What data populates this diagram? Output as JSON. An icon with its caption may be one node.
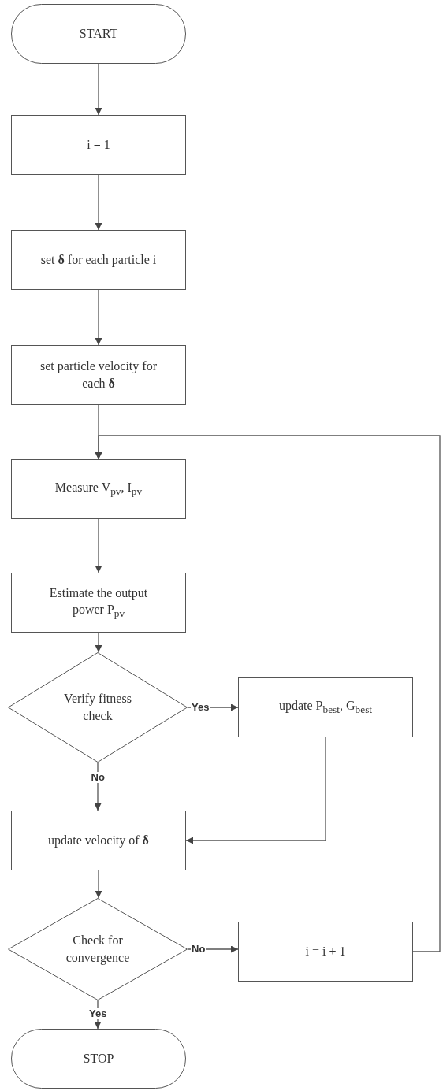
{
  "diagram": {
    "nodes": [
      {
        "text": [
          "START"
        ]
      },
      {
        "text": [
          "i = 1"
        ]
      },
      {
        "text": [
          "set **δ** for each particle i"
        ]
      },
      {
        "text": [
          "set particle velocity for each **δ**"
        ]
      },
      {
        "text": [
          "Measure V$_{pv}$, I$_{pv}$"
        ]
      },
      {
        "text": [
          "Estimate the output power P$_{pv}$"
        ]
      },
      {
        "text": [
          "Verify fitness check"
        ]
      },
      {
        "text": [
          "update P$_{best}$, G$_{best}$"
        ]
      },
      {
        "text": [
          "update velocity of **δ**"
        ]
      },
      {
        "text": [
          "Check for convergence"
        ]
      },
      {
        "text": [
          "i = i + 1"
        ]
      },
      {
        "text": [
          "STOP"
        ]
      }
    ],
    "edges": [
      {
        "from": 0,
        "to": 1,
        "arrow": "to"
      },
      {
        "from": 1,
        "to": 2,
        "arrow": "to"
      },
      {
        "from": 2,
        "to": 3,
        "arrow": "to"
      },
      {
        "from": 3,
        "to": 4,
        "arrow": "to"
      },
      {
        "from": 4,
        "to": 5,
        "arrow": "to"
      },
      {
        "from": 5,
        "to": 6,
        "arrow": "to"
      },
      {
        "from": 6,
        "to": 7,
        "arrow": "to",
        "label": "Yes"
      },
      {
        "from": 6,
        "to": 8,
        "arrow": "to",
        "label": "No"
      },
      {
        "from": 7,
        "to": 8,
        "arrow": "to"
      },
      {
        "from": 8,
        "to": 9,
        "arrow": "to"
      },
      {
        "from": 9,
        "to": 10,
        "arrow": "to",
        "label": "No"
      },
      {
        "from": 9,
        "to": 11,
        "arrow": "to",
        "label": "Yes"
      },
      {
        "from": 10,
        "to": 4,
        "arrow": "to"
      }
    ]
  }
}
